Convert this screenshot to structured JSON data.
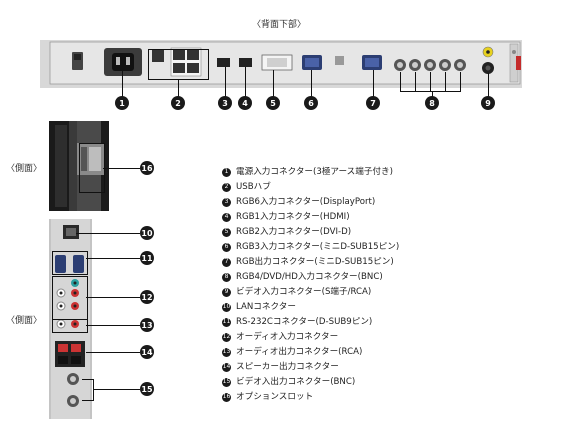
{
  "captions": {
    "rear_bottom": "〈背面下部〉",
    "side_top": "〈側面〉",
    "side_bottom": "〈側面〉"
  },
  "rear_badges": [
    "1",
    "2",
    "3",
    "4",
    "5",
    "6",
    "7",
    "8",
    "9"
  ],
  "side_badges": [
    "10",
    "11",
    "12",
    "13",
    "14",
    "15",
    "16"
  ],
  "legend": [
    {
      "num": "1",
      "text": "電源入力コネクター(3極アース端子付き)"
    },
    {
      "num": "2",
      "text": "USBハブ"
    },
    {
      "num": "3",
      "text": "RGB6入力コネクター(DisplayPort)"
    },
    {
      "num": "4",
      "text": "RGB1入力コネクター(HDMI)"
    },
    {
      "num": "5",
      "text": "RGB2入力コネクター(DVI-D)"
    },
    {
      "num": "6",
      "text": "RGB3入力コネクター(ミニD-SUB15ピン)"
    },
    {
      "num": "7",
      "text": "RGB出力コネクター(ミニD-SUB15ピン)"
    },
    {
      "num": "8",
      "text": "RGB4/DVD/HD入力コネクター(BNC)"
    },
    {
      "num": "9",
      "text": "ビデオ入力コネクター(S端子/RCA)"
    },
    {
      "num": "10",
      "text": "LANコネクター"
    },
    {
      "num": "11",
      "text": "RS-232Cコネクター(D-SUB9ピン)"
    },
    {
      "num": "12",
      "text": "オーディオ入力コネクター"
    },
    {
      "num": "13",
      "text": "オーディオ出力コネクター(RCA)"
    },
    {
      "num": "14",
      "text": "スピーカー出力コネクター"
    },
    {
      "num": "15",
      "text": "ビデオ入出力コネクター(BNC)"
    },
    {
      "num": "16",
      "text": "オプションスロット"
    }
  ]
}
